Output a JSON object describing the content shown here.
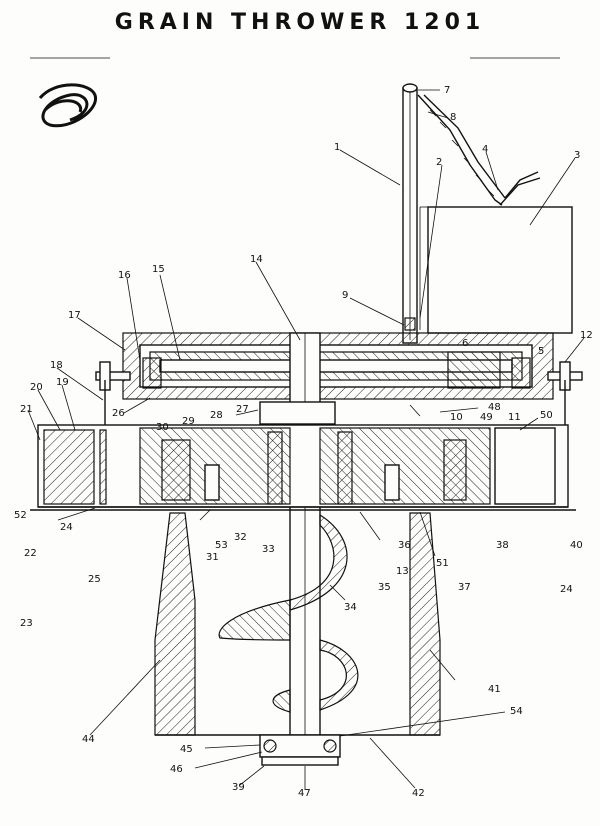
{
  "title": "GRAIN THROWER 1201",
  "labels": [
    {
      "id": "7",
      "text": "7"
    },
    {
      "id": "8",
      "text": "8"
    },
    {
      "id": "1",
      "text": "1"
    },
    {
      "id": "2",
      "text": "2"
    },
    {
      "id": "4",
      "text": "4"
    },
    {
      "id": "3",
      "text": "3"
    },
    {
      "id": "16",
      "text": "16"
    },
    {
      "id": "15",
      "text": "15"
    },
    {
      "id": "14",
      "text": "14"
    },
    {
      "id": "9",
      "text": "9"
    },
    {
      "id": "17",
      "text": "17"
    },
    {
      "id": "12",
      "text": "12"
    },
    {
      "id": "6",
      "text": "6"
    },
    {
      "id": "5",
      "text": "5"
    },
    {
      "id": "18",
      "text": "18"
    },
    {
      "id": "20",
      "text": "20"
    },
    {
      "id": "19",
      "text": "19"
    },
    {
      "id": "21",
      "text": "21"
    },
    {
      "id": "26",
      "text": "26"
    },
    {
      "id": "27",
      "text": "27"
    },
    {
      "id": "28",
      "text": "28"
    },
    {
      "id": "29",
      "text": "29"
    },
    {
      "id": "30",
      "text": "30"
    },
    {
      "id": "10",
      "text": "10"
    },
    {
      "id": "48",
      "text": "48"
    },
    {
      "id": "49",
      "text": "49"
    },
    {
      "id": "11",
      "text": "11"
    },
    {
      "id": "50",
      "text": "50"
    },
    {
      "id": "52",
      "text": "52"
    },
    {
      "id": "22",
      "text": "22"
    },
    {
      "id": "23",
      "text": "23"
    },
    {
      "id": "24a",
      "text": "24"
    },
    {
      "id": "25",
      "text": "25"
    },
    {
      "id": "31",
      "text": "31"
    },
    {
      "id": "53",
      "text": "53"
    },
    {
      "id": "32",
      "text": "32"
    },
    {
      "id": "33",
      "text": "33"
    },
    {
      "id": "36",
      "text": "36"
    },
    {
      "id": "13",
      "text": "13"
    },
    {
      "id": "35",
      "text": "35"
    },
    {
      "id": "34",
      "text": "34"
    },
    {
      "id": "51",
      "text": "51"
    },
    {
      "id": "37",
      "text": "37"
    },
    {
      "id": "38",
      "text": "38"
    },
    {
      "id": "40",
      "text": "40"
    },
    {
      "id": "24b",
      "text": "24"
    },
    {
      "id": "41",
      "text": "41"
    },
    {
      "id": "44",
      "text": "44"
    },
    {
      "id": "54",
      "text": "54"
    },
    {
      "id": "45",
      "text": "45"
    },
    {
      "id": "46",
      "text": "46"
    },
    {
      "id": "39",
      "text": "39"
    },
    {
      "id": "47",
      "text": "47"
    },
    {
      "id": "42",
      "text": "42"
    }
  ]
}
